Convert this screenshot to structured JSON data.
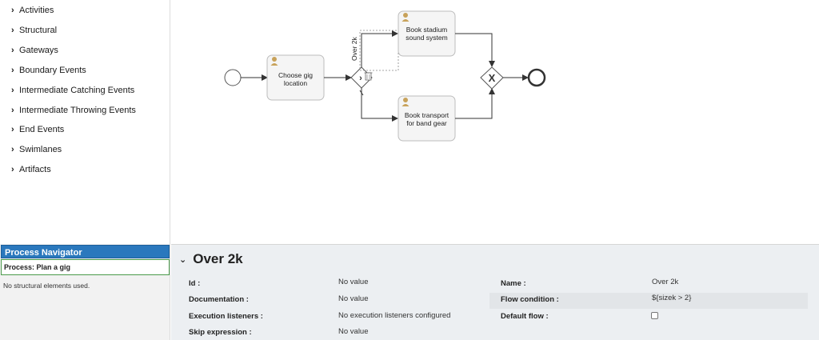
{
  "palette": {
    "items": [
      {
        "label": "Activities"
      },
      {
        "label": "Structural"
      },
      {
        "label": "Gateways"
      },
      {
        "label": "Boundary Events"
      },
      {
        "label": "Intermediate Catching Events"
      },
      {
        "label": "Intermediate Throwing Events"
      },
      {
        "label": "End Events"
      },
      {
        "label": "Swimlanes"
      },
      {
        "label": "Artifacts"
      }
    ]
  },
  "diagram": {
    "tasks": {
      "choose": [
        "Choose gig",
        "location"
      ],
      "stadium": [
        "Book stadium",
        "sound system"
      ],
      "transport": [
        "Book transport",
        "for band gear"
      ]
    },
    "flow_label": "Over 2k",
    "colors": {
      "task_fill": "#f5f5f5",
      "task_stroke": "#bdbdbd",
      "selection": "#888888"
    }
  },
  "navigator": {
    "title": "Process Navigator",
    "process": "Process: Plan a gig",
    "empty": "No structural elements used."
  },
  "properties": {
    "title": "Over 2k",
    "id_label": "Id :",
    "id_value": "No value",
    "doc_label": "Documentation :",
    "doc_value": "No value",
    "exec_label": "Execution listeners :",
    "exec_value": "No execution listeners configured",
    "skip_label": "Skip expression :",
    "skip_value": "No value",
    "name_label": "Name :",
    "name_value": "Over 2k",
    "flow_label": "Flow condition :",
    "flow_value": "${sizek > 2}",
    "default_label": "Default flow :",
    "default_checked": false
  }
}
